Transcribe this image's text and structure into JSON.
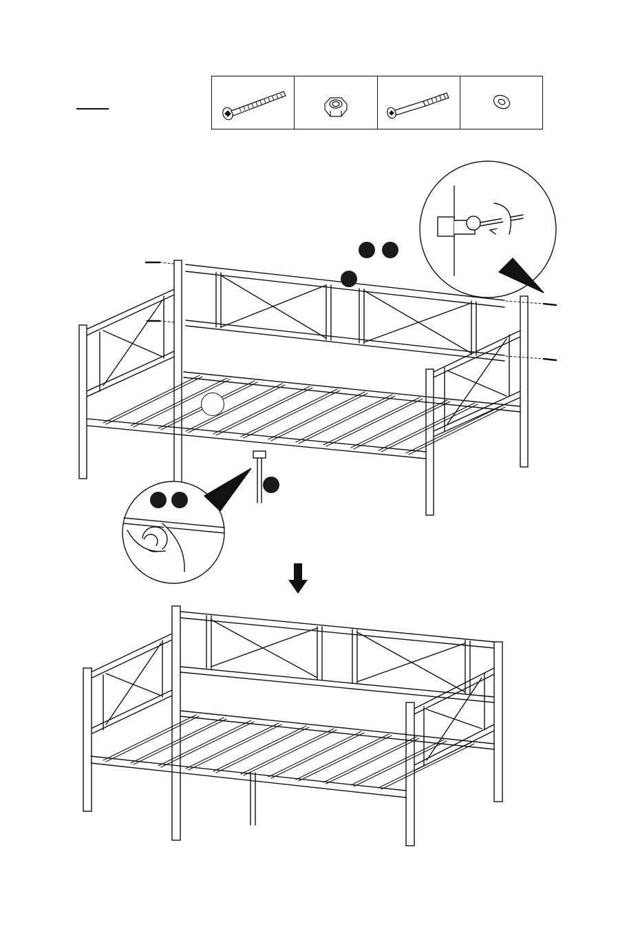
{
  "step": {
    "heading": "",
    "parts": [
      {
        "id": "bolt-long",
        "icon": "hex-socket-bolt-icon"
      },
      {
        "id": "nut",
        "icon": "lock-nut-icon"
      },
      {
        "id": "bolt-short-shank",
        "icon": "shoulder-bolt-icon"
      },
      {
        "id": "washer",
        "icon": "washer-icon"
      }
    ]
  },
  "callouts": {
    "top_pair_badges": [
      "",
      ""
    ],
    "backrest_badge": "",
    "slat_badge": "",
    "leg_badge": "",
    "wrench_pair_badges": [
      "",
      ""
    ]
  },
  "arrow": {
    "icon": "down-arrow-icon"
  },
  "colors": {
    "ink": "#111111",
    "paper": "#ffffff"
  }
}
